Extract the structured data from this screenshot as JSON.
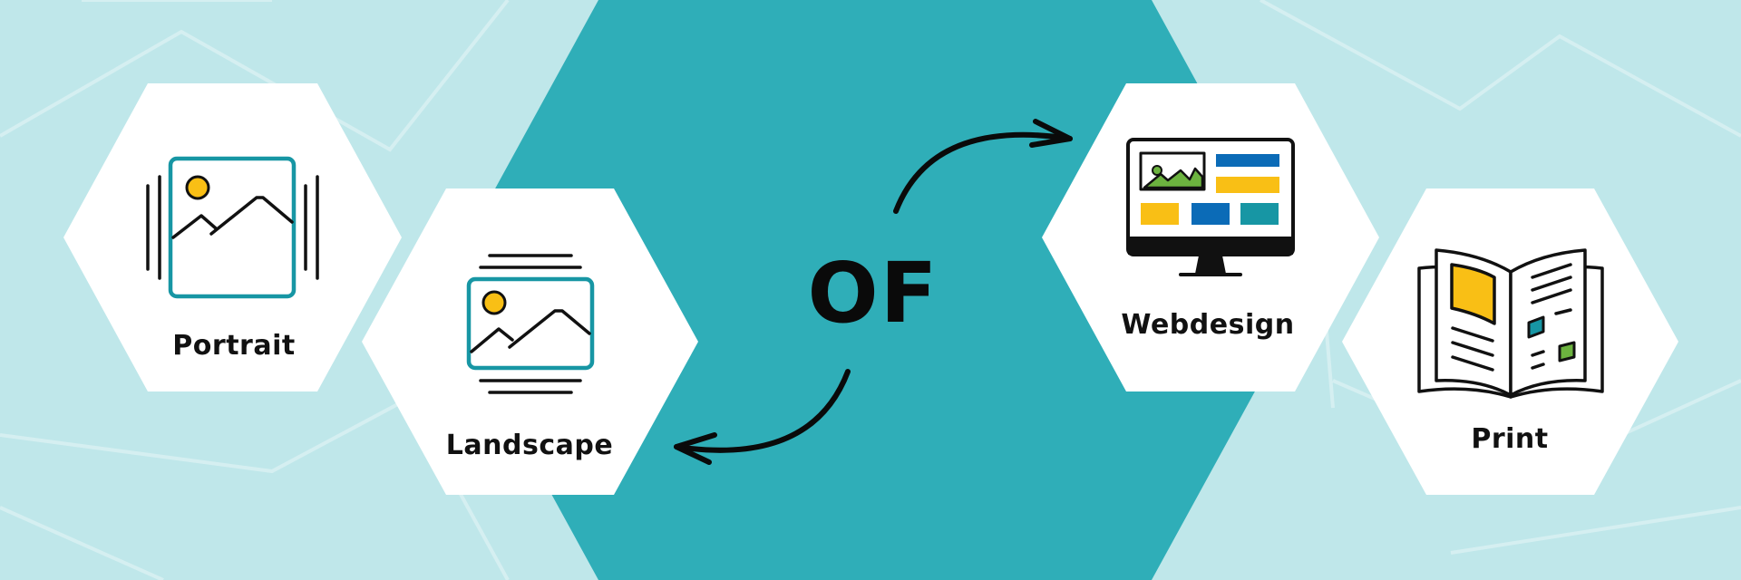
{
  "center_word": "OF",
  "options": [
    {
      "id": "portrait",
      "label": "Portrait"
    },
    {
      "id": "landscape",
      "label": "Landscape"
    },
    {
      "id": "webdesign",
      "label": "Webdesign"
    },
    {
      "id": "print",
      "label": "Print"
    }
  ],
  "colors": {
    "background": "#bfe7ea",
    "center_hexagon": "#2faeb8",
    "card": "#ffffff",
    "teal_outline": "#1796a4",
    "accent_yellow": "#f9bf15",
    "accent_blue": "#0b6bb7",
    "accent_green": "#6cb33f",
    "ink": "#111111"
  },
  "icons": {
    "portrait": "portrait-photo-icon",
    "landscape": "landscape-photo-icon",
    "webdesign": "monitor-webdesign-icon",
    "print": "open-magazine-icon",
    "arrow_top": "curved-arrow-right-icon",
    "arrow_bottom": "curved-arrow-left-icon"
  }
}
